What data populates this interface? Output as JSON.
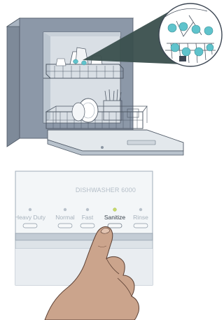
{
  "panel": {
    "model_label": "DISHWASHER 6000",
    "active_button": "Sanitize",
    "buttons": [
      {
        "label": "Heavy Duty",
        "indicator_lit": false
      },
      {
        "label": "Normal",
        "indicator_lit": false
      },
      {
        "label": "Fast",
        "indicator_lit": false
      },
      {
        "label": "Sanitize",
        "indicator_lit": true
      },
      {
        "label": "Rinse",
        "indicator_lit": false
      }
    ]
  },
  "colors": {
    "appliance_body": "#8a96a6",
    "door_liner": "#e8ecef",
    "panel_face": "#eef2f5",
    "indicator_on": "#c6da6a",
    "indicator_off": "#b9c2cb",
    "basket_accent": "#5fc3cc",
    "hand_skin": "#c8a28a"
  }
}
